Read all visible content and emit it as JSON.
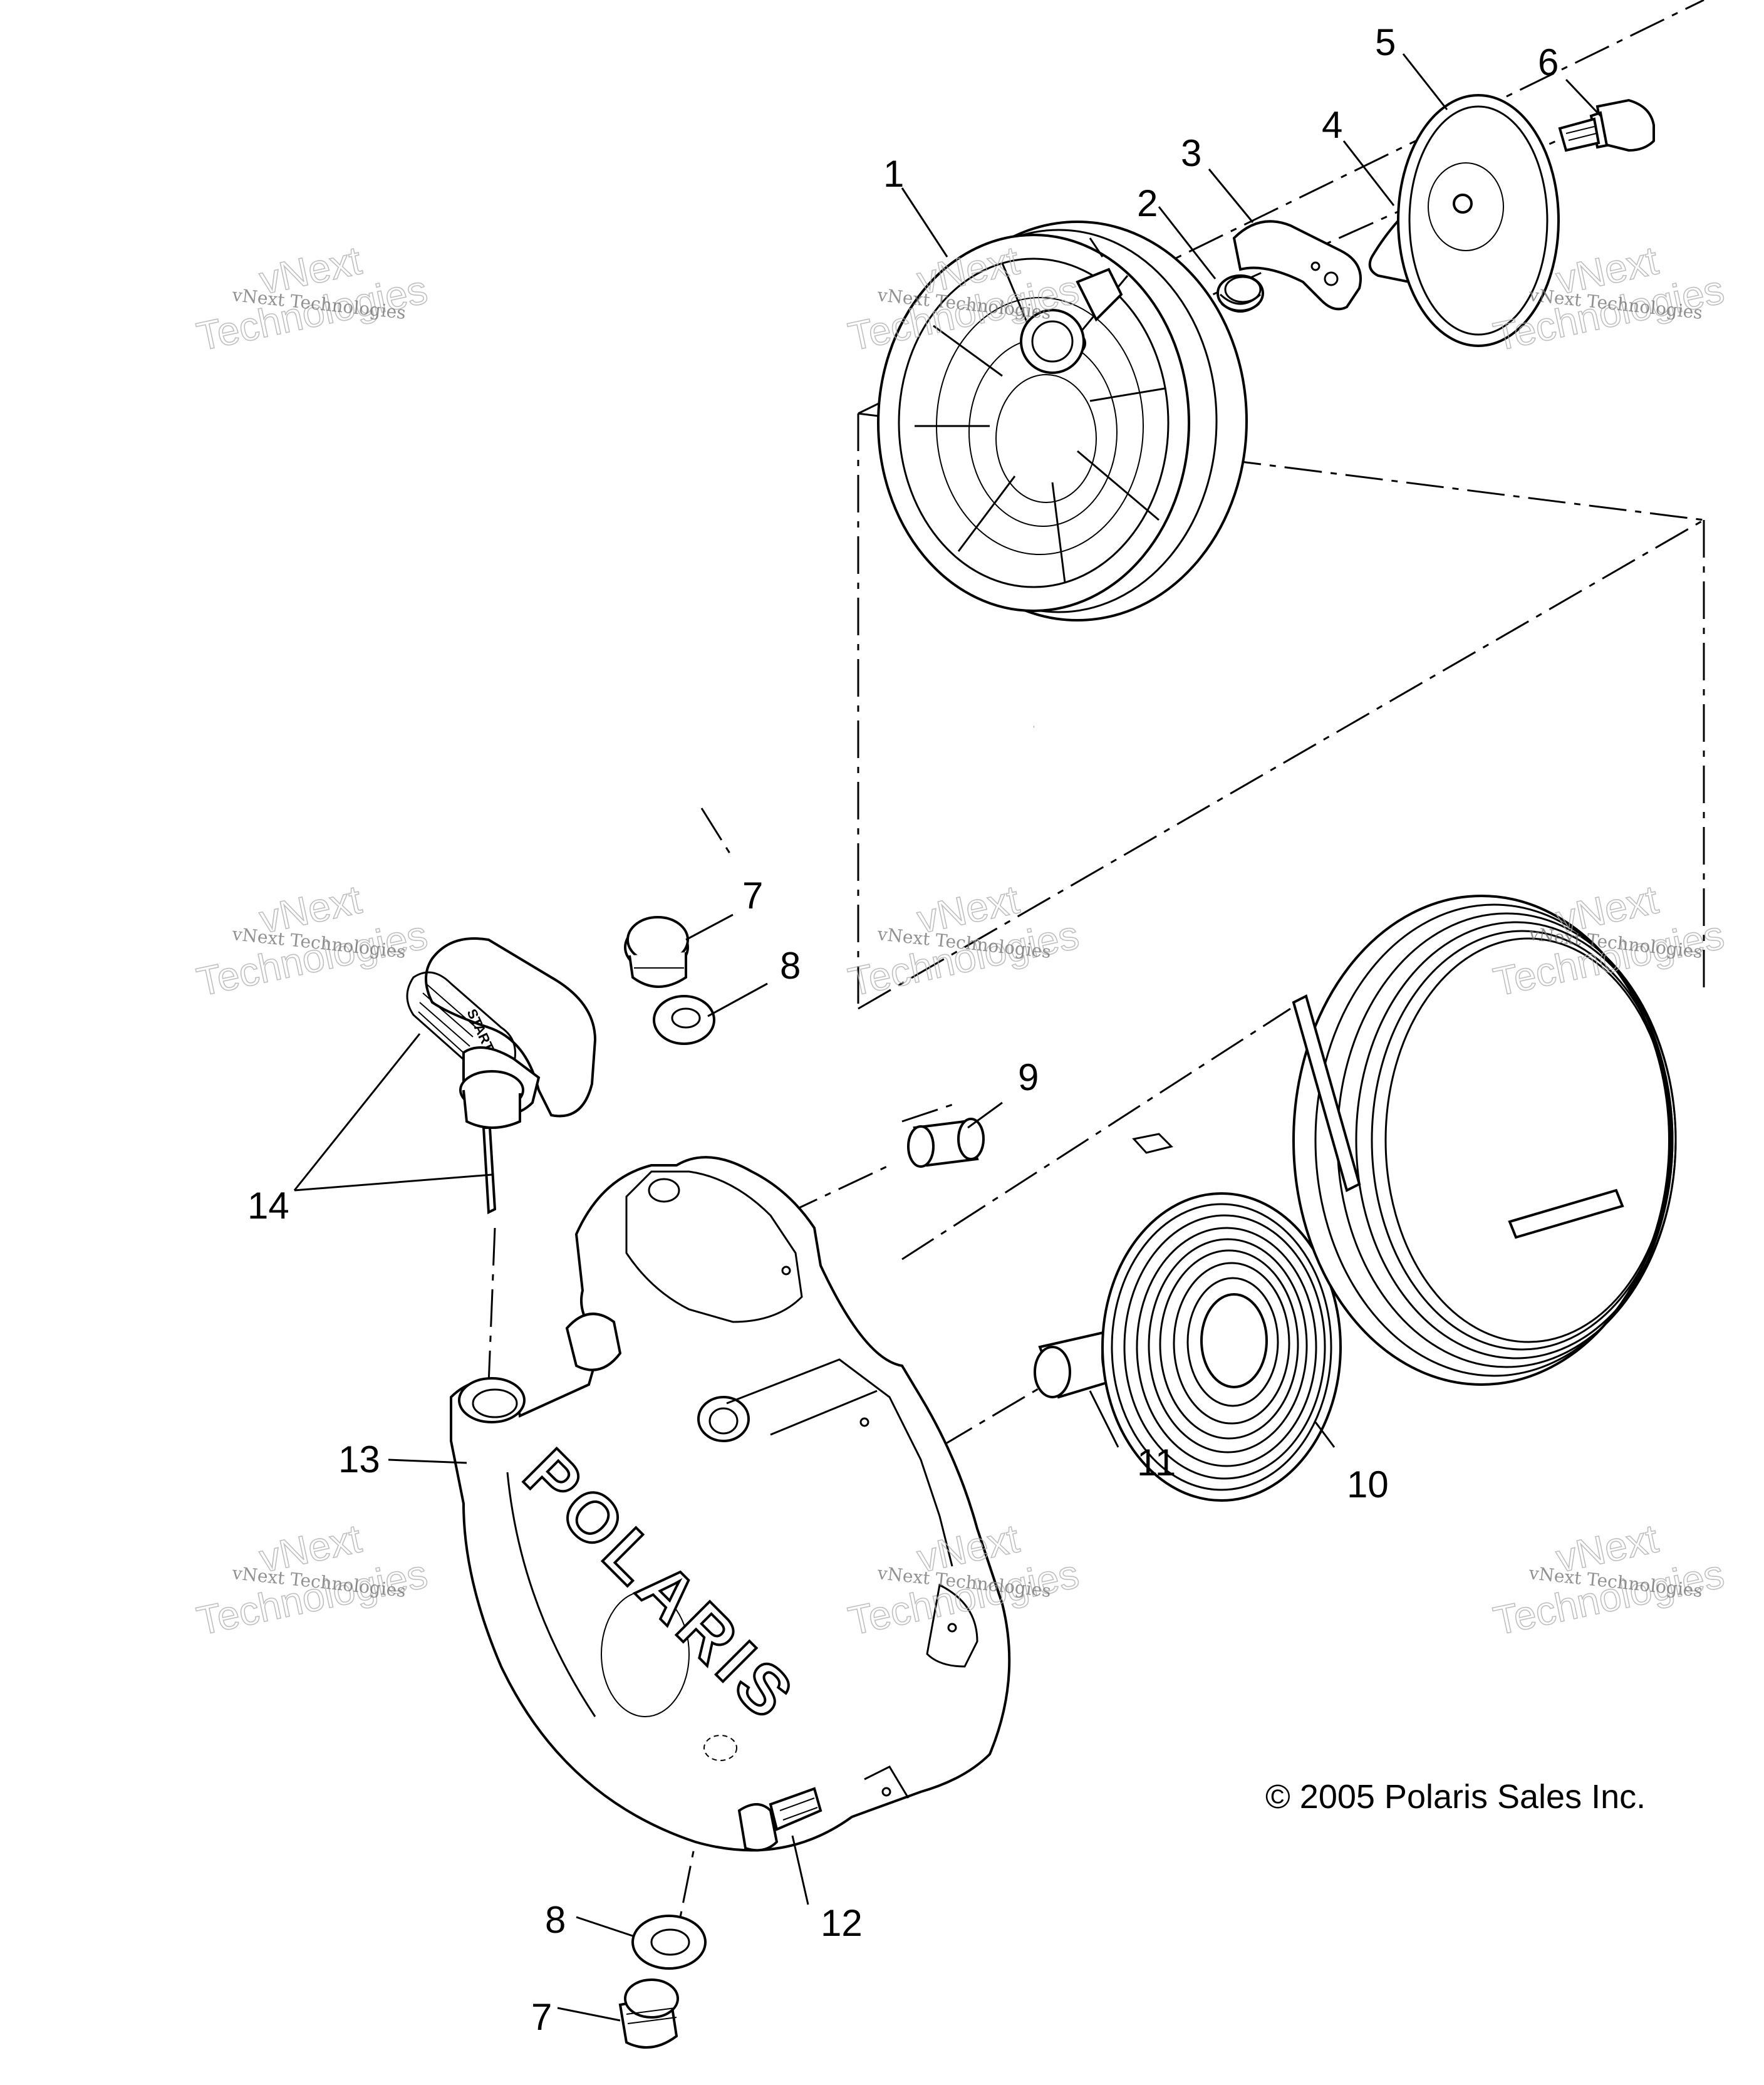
{
  "diagram": {
    "callouts": {
      "c1": "1",
      "c2": "2",
      "c3": "3",
      "c4": "4",
      "c5": "5",
      "c6": "6",
      "c7a": "7",
      "c8a": "8",
      "c9": "9",
      "c10": "10",
      "c11": "11",
      "c12": "12",
      "c13": "13",
      "c14": "14",
      "c8b": "8",
      "c7b": "7"
    },
    "copyright": "© 2005 Polaris Sales Inc.",
    "housing_logo": "POLARIS",
    "handle_text": "START",
    "watermark": {
      "line1": "vNext Technologies",
      "line2": "vNext",
      "line3": "Technologies"
    }
  }
}
